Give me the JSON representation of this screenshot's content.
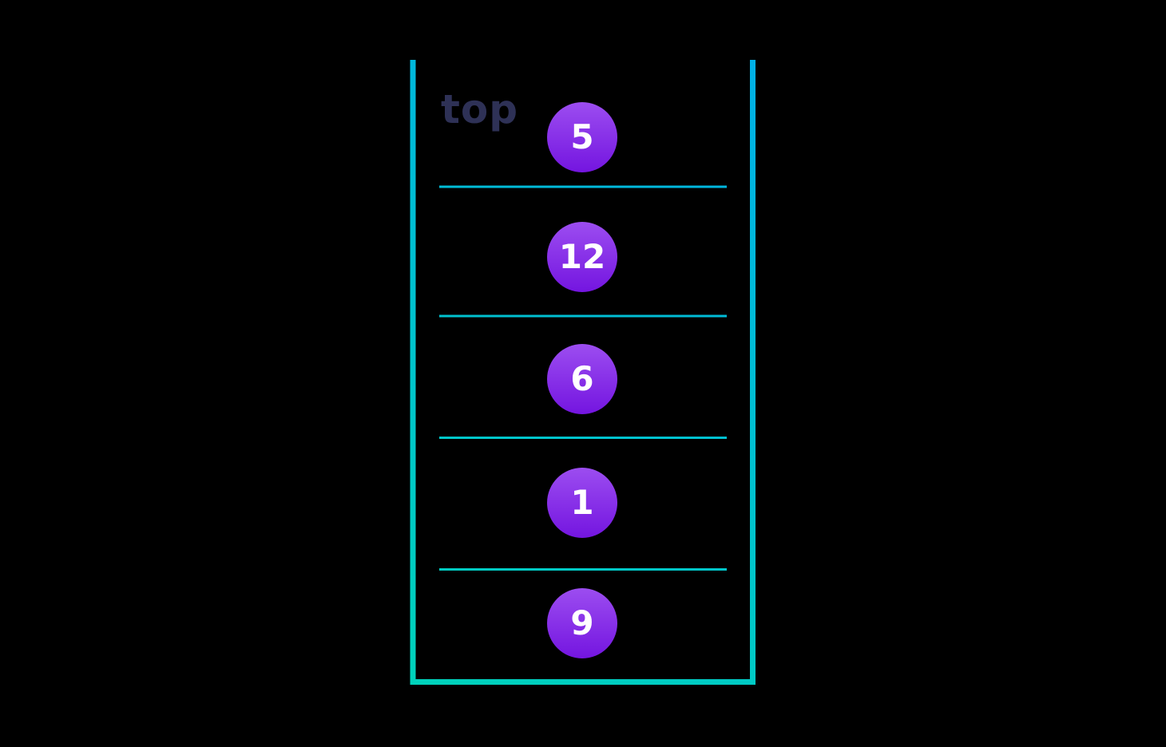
{
  "stack": {
    "label_top": "top",
    "items": [
      {
        "value": "5"
      },
      {
        "value": "12"
      },
      {
        "value": "6"
      },
      {
        "value": "1"
      },
      {
        "value": "9"
      }
    ]
  },
  "colors": {
    "page_background": "#000000",
    "container_stroke_top": "#00b0e6",
    "container_stroke_bottom": "#00d2bb",
    "node_gradient_start": "#9c4df0",
    "node_gradient_end": "#7415e0",
    "node_text": "#ffffff",
    "label_text": "#2e3156"
  }
}
